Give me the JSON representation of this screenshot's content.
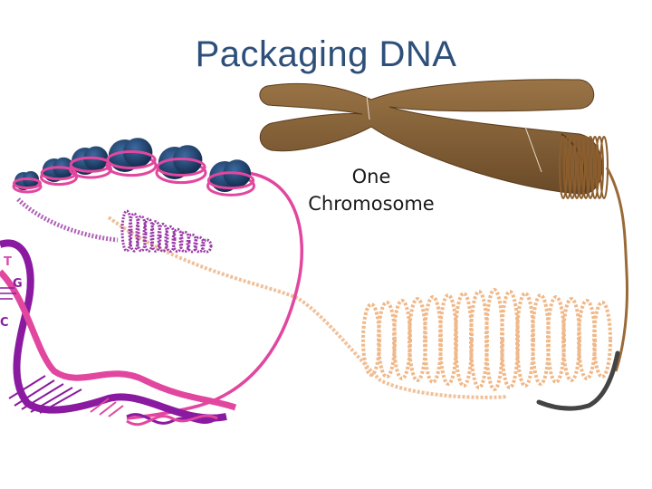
{
  "slide": {
    "title": "Packaging DNA",
    "label_line1": "One",
    "label_line2": "Chromosome"
  },
  "bases": {
    "t": "T",
    "g": "G",
    "c": "C"
  },
  "colors": {
    "title": "#2e4f7a",
    "chromosome": "#7a5a36",
    "dna_magenta": "#d84fb4",
    "dna_purple": "#8a1aa0",
    "nucleosome_core": "#1f3f6a",
    "fiber_peach": "#f0b98a",
    "scaffold_brown": "#8c5e2e",
    "shadow_gray": "#444444"
  }
}
